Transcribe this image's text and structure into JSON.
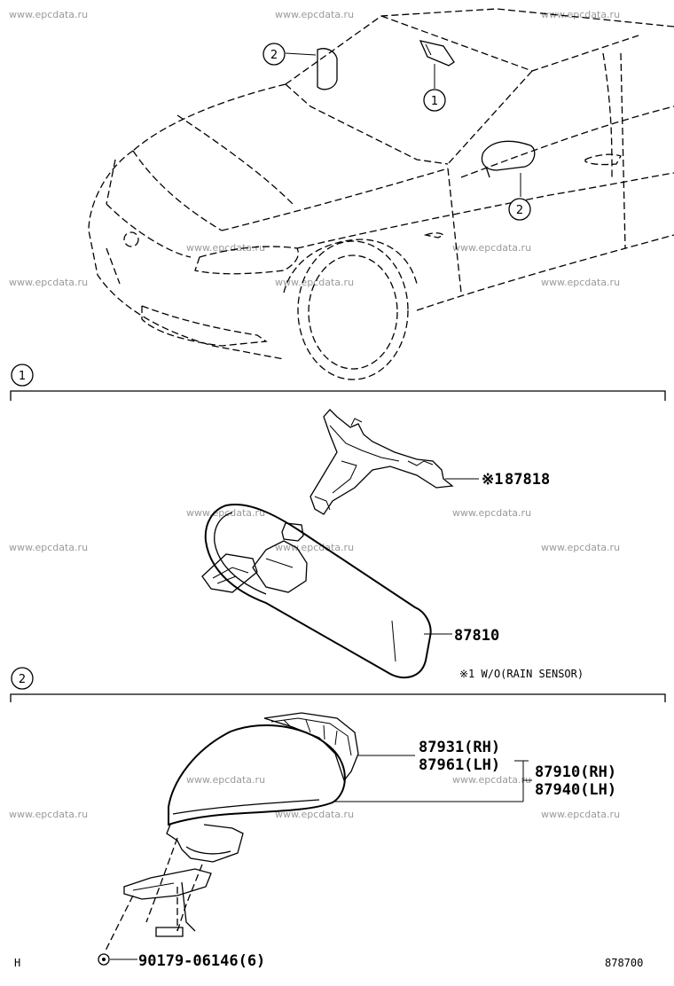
{
  "watermark": "www.epcdata.ru",
  "callouts": {
    "inner_mirror": "1",
    "outer_mirror": "2"
  },
  "sections": [
    {
      "marker": "1"
    },
    {
      "marker": "2"
    }
  ],
  "parts": {
    "p87818": {
      "ref_mark": "※1",
      "number": "87818"
    },
    "p87810": {
      "number": "87810"
    },
    "p87931": {
      "number": "87931(RH)"
    },
    "p87961": {
      "number": "87961(LH)"
    },
    "p87910": {
      "number": "87910(RH)"
    },
    "p87940": {
      "number": "87940(LH)"
    },
    "p90179": {
      "number": "90179-06146(6)"
    }
  },
  "footnote": "※1 W/O(RAIN SENSOR)",
  "corner_left": "H",
  "corner_right": "878700"
}
